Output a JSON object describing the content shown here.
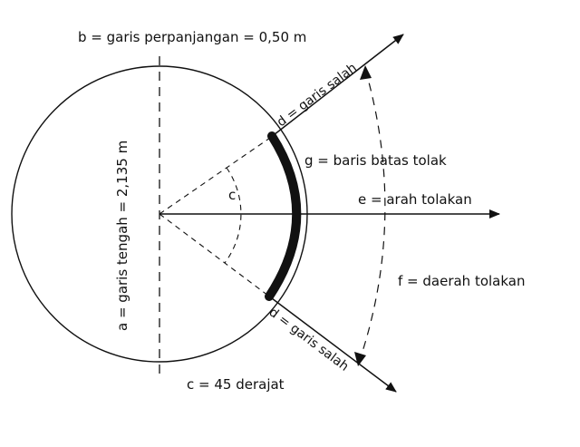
{
  "labels": {
    "b": "b = garis perpanjangan = 0,50 m",
    "a": "a = garis tengah = 2,135 m",
    "d_top": "d = garis salah",
    "d_bottom": "d = garis salah",
    "g": "g = baris batas tolak",
    "e": "e = arah tolakan",
    "f": "f = daerah tolakan",
    "c_angle": "c",
    "c_caption": "c = 45 derajat"
  },
  "colors": {
    "ink": "#111111",
    "background": "#ffffff"
  }
}
